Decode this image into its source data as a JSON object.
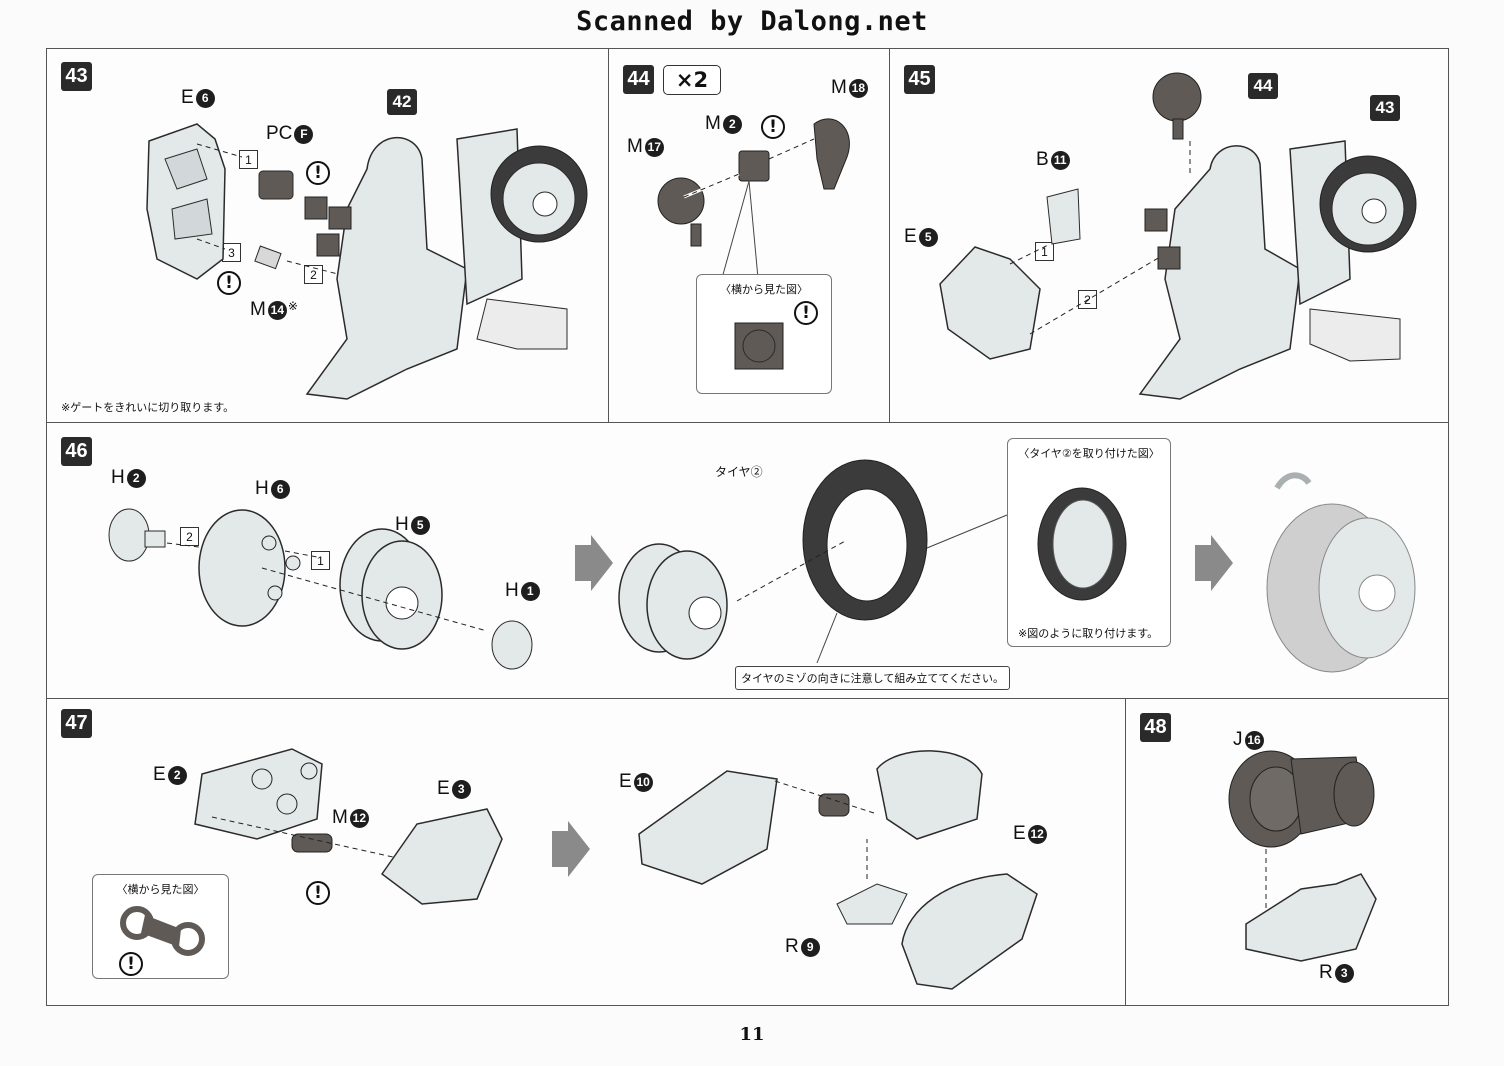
{
  "header": {
    "scan_credit": "Scanned by Dalong.net"
  },
  "page_number": "11",
  "colors": {
    "part_fill": "#e3e8e9",
    "dark_part": "#5f5a55",
    "outline": "#2b2b2b",
    "tire": "#3b3b3b"
  },
  "steps": {
    "s43": {
      "number": "43",
      "labels": {
        "e": "E",
        "e_n": "6",
        "pc": "PC",
        "pc_n": "F",
        "asm": "42",
        "m": "M",
        "m_n": "14",
        "m_mark": "※"
      },
      "order": [
        "1",
        "2",
        "3"
      ],
      "note": "※ゲートをきれいに切り取ります。"
    },
    "s44": {
      "number": "44",
      "multiplier": "×2",
      "labels": {
        "m17": "M",
        "m17_n": "17",
        "m2": "M",
        "m2_n": "2",
        "m18": "M",
        "m18_n": "18"
      },
      "inset_title": "〈横から見た図〉"
    },
    "s45": {
      "number": "45",
      "labels": {
        "b": "B",
        "b_n": "11",
        "e": "E",
        "e_n": "5",
        "asm44": "44",
        "asm43": "43"
      },
      "order": [
        "1",
        "2"
      ]
    },
    "s46": {
      "number": "46",
      "labels": {
        "h2": "H",
        "h2_n": "2",
        "h6": "H",
        "h6_n": "6",
        "h5": "H",
        "h5_n": "5",
        "h1": "H",
        "h1_n": "1",
        "tire": "タイヤ②"
      },
      "order": [
        "2",
        "1"
      ],
      "inset_title": "〈タイヤ②を取り付けた図〉",
      "inset_note": "※図のように取り付けます。",
      "caution": "タイヤのミゾの向きに注意して組み立ててください。"
    },
    "s47": {
      "number": "47",
      "labels": {
        "e2": "E",
        "e2_n": "2",
        "m12": "M",
        "m12_n": "12",
        "e3": "E",
        "e3_n": "3",
        "e10": "E",
        "e10_n": "10",
        "e12": "E",
        "e12_n": "12",
        "r9": "R",
        "r9_n": "9"
      },
      "inset_title": "〈横から見た図〉"
    },
    "s48": {
      "number": "48",
      "labels": {
        "j": "J",
        "j_n": "16",
        "r": "R",
        "r_n": "3"
      }
    }
  },
  "warning_mark": "!"
}
